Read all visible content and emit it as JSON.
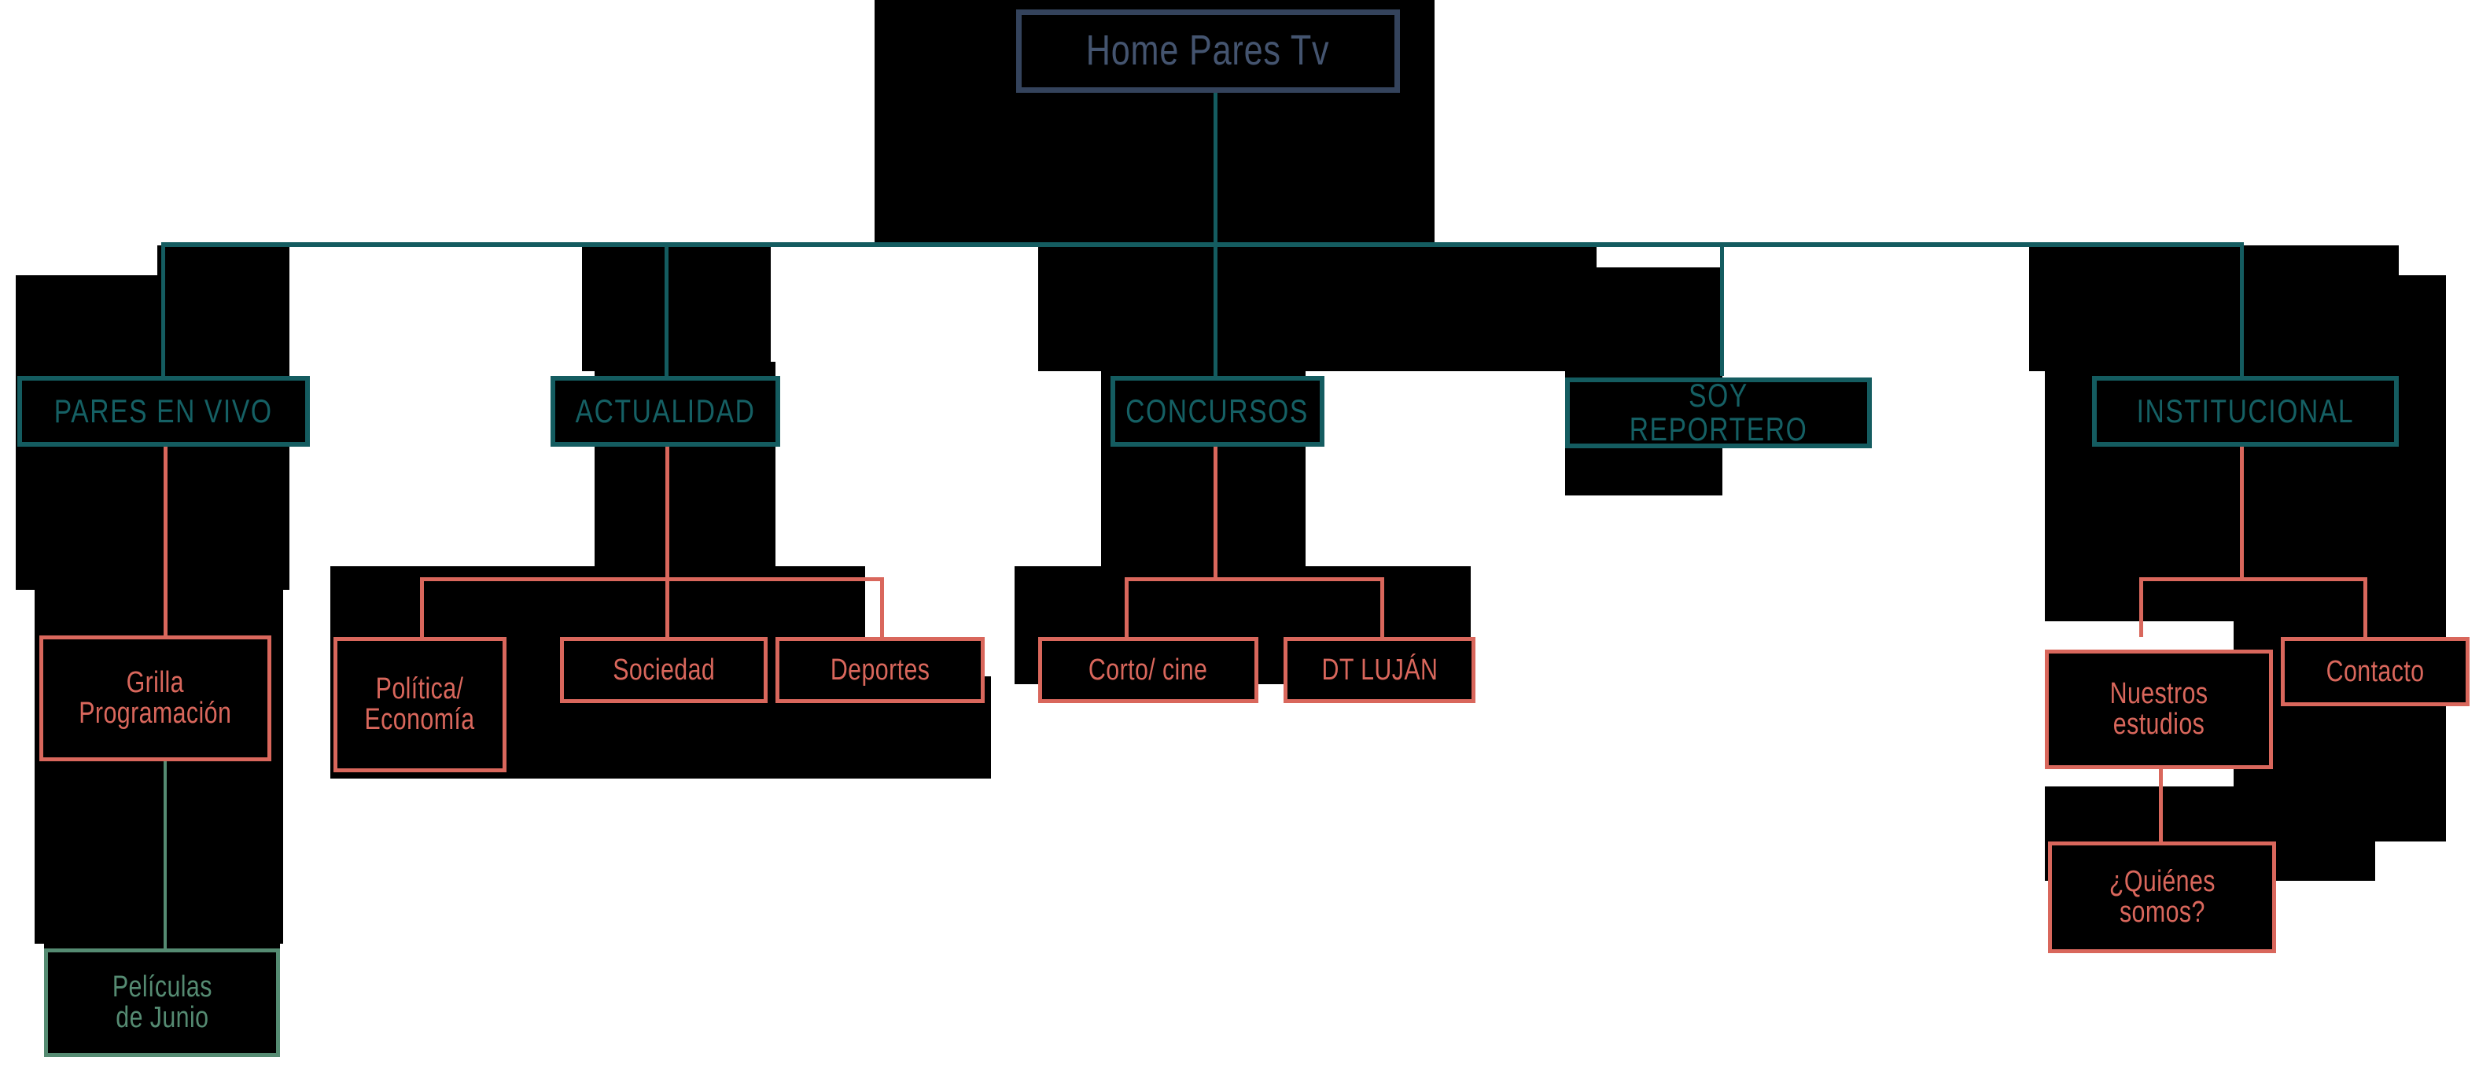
{
  "diagram": {
    "title": "Home Pares Tv",
    "type": "sitemap-tree",
    "palette": {
      "root": "#34435c",
      "level2": "#145c60",
      "level3": "#d9675c",
      "level4": "#558b72",
      "background": "#ffffff",
      "node_fill": "#000000"
    },
    "root": {
      "label": "Home Pares Tv"
    },
    "level2": [
      {
        "label": "PARES EN VIVO"
      },
      {
        "label": "ACTUALIDAD"
      },
      {
        "label": "CONCURSOS"
      },
      {
        "label": "SOY REPORTERO"
      },
      {
        "label": "INSTITUCIONAL"
      }
    ],
    "level3": [
      {
        "label": "Grilla\nProgramación",
        "parent": "PARES EN VIVO"
      },
      {
        "label": "Política/\nEconomía",
        "parent": "ACTUALIDAD"
      },
      {
        "label": "Sociedad",
        "parent": "ACTUALIDAD"
      },
      {
        "label": "Deportes",
        "parent": "ACTUALIDAD"
      },
      {
        "label": "Corto/ cine",
        "parent": "CONCURSOS"
      },
      {
        "label": "DT LUJÁN",
        "parent": "CONCURSOS"
      },
      {
        "label": "Nuestros\nestudios",
        "parent": "INSTITUCIONAL"
      },
      {
        "label": "Contacto",
        "parent": "INSTITUCIONAL"
      }
    ],
    "level4": [
      {
        "label": "Películas\nde Junio",
        "parent": "Grilla Programación"
      },
      {
        "label": "¿Quiénes\nsomos?",
        "parent": "Nuestros estudios"
      }
    ]
  }
}
